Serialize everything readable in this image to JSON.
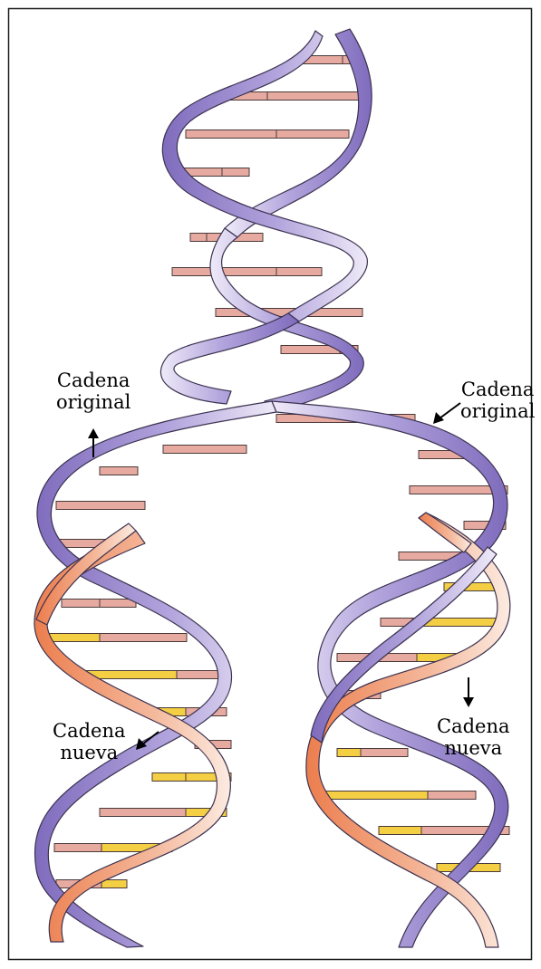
{
  "labels": {
    "original_left": [
      "Cadena",
      "original"
    ],
    "original_right": [
      "Cadena",
      "original"
    ],
    "new_left": [
      "Cadena",
      "nueva"
    ],
    "new_right": [
      "Cadena",
      "nueva"
    ]
  },
  "colors": {
    "original_strand": "#8d78c4",
    "original_strand_light": "#e6e0f4",
    "new_strand": "#ee8a5c",
    "new_strand_light": "#fbe4d8",
    "base_pink": "#e6aaa0",
    "base_yellow": "#f4cf44",
    "outline": "#3c3250"
  }
}
